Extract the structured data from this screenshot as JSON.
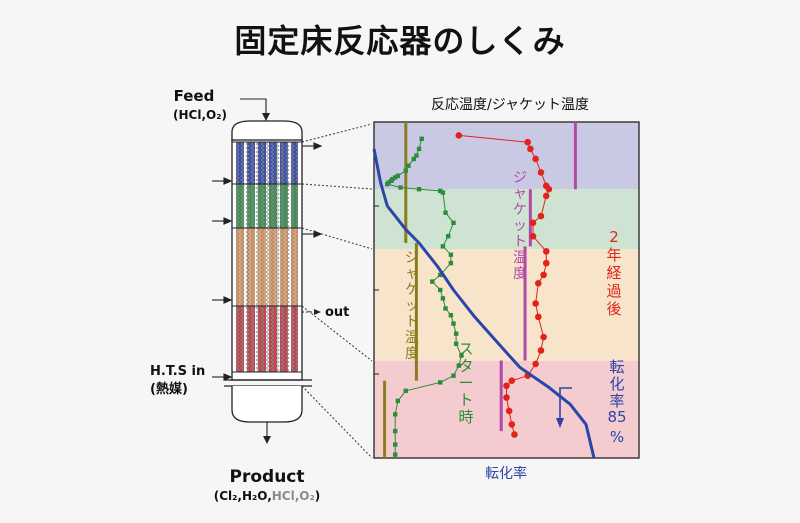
{
  "title": "固定床反応器のしくみ",
  "reactor": {
    "feed_label": "Feed",
    "feed_composition": "(HCl,O₂)",
    "out_label": "out",
    "hts_label": "H.T.S in",
    "heat_medium_label": "(熱媒)",
    "product_label": "Product",
    "product_composition_main": "(Cl₂,H₂O,",
    "product_composition_residual": "HCl,O₂",
    "product_composition_close": ")"
  },
  "chart": {
    "top_label": "反応温度/ジャケット温度",
    "bottom_label": "転化率",
    "aged_jacket_label": "ジャケット温度",
    "aged_label": "2年経過後",
    "start_jacket_label": "ジャケット温度",
    "start_label": "スタート時",
    "conversion_label_1": "転化率",
    "conversion_label_2": "85",
    "conversion_label_3": "%"
  },
  "colors": {
    "zone1": "#c9c9e3",
    "zone2": "#cfe3d2",
    "zone3": "#f7e4cb",
    "zone4": "#f4cccf",
    "start_series": "#2e8b3a",
    "aged_series": "#e0241c",
    "conversion": "#2a46a6",
    "start_jacket": "#8b7d1e",
    "aged_jacket": "#b04aa8"
  },
  "chart_data": {
    "type": "line",
    "series": [
      {
        "name": "スタート時",
        "values": [
          [
            0.18,
            0.05
          ],
          [
            0.17,
            0.08
          ],
          [
            0.16,
            0.1
          ],
          [
            0.15,
            0.11
          ],
          [
            0.13,
            0.13
          ],
          [
            0.12,
            0.145
          ],
          [
            0.09,
            0.16
          ],
          [
            0.08,
            0.165
          ],
          [
            0.07,
            0.17
          ],
          [
            0.065,
            0.175
          ],
          [
            0.055,
            0.18
          ],
          [
            0.05,
            0.185
          ],
          [
            0.1,
            0.195
          ],
          [
            0.17,
            0.2
          ],
          [
            0.25,
            0.205
          ],
          [
            0.26,
            0.21
          ],
          [
            0.27,
            0.27
          ],
          [
            0.3,
            0.3
          ],
          [
            0.28,
            0.34
          ],
          [
            0.26,
            0.37
          ],
          [
            0.29,
            0.395
          ],
          [
            0.29,
            0.42
          ],
          [
            0.25,
            0.455
          ],
          [
            0.22,
            0.475
          ],
          [
            0.25,
            0.5
          ],
          [
            0.26,
            0.525
          ],
          [
            0.27,
            0.555
          ],
          [
            0.29,
            0.575
          ],
          [
            0.3,
            0.6
          ],
          [
            0.31,
            0.63
          ],
          [
            0.31,
            0.66
          ],
          [
            0.33,
            0.695
          ],
          [
            0.32,
            0.725
          ],
          [
            0.3,
            0.755
          ],
          [
            0.25,
            0.775
          ],
          [
            0.12,
            0.8
          ],
          [
            0.09,
            0.83
          ],
          [
            0.08,
            0.87
          ],
          [
            0.08,
            0.92
          ],
          [
            0.08,
            0.96
          ],
          [
            0.08,
            0.99
          ]
        ]
      },
      {
        "name": "2年経過後",
        "values": [
          [
            0.32,
            0.04
          ],
          [
            0.58,
            0.06
          ],
          [
            0.59,
            0.08
          ],
          [
            0.61,
            0.11
          ],
          [
            0.63,
            0.15
          ],
          [
            0.65,
            0.19
          ],
          [
            0.66,
            0.2
          ],
          [
            0.65,
            0.22
          ],
          [
            0.63,
            0.28
          ],
          [
            0.6,
            0.3
          ],
          [
            0.6,
            0.34
          ],
          [
            0.65,
            0.385
          ],
          [
            0.65,
            0.42
          ],
          [
            0.64,
            0.455
          ],
          [
            0.62,
            0.48
          ],
          [
            0.61,
            0.54
          ],
          [
            0.62,
            0.58
          ],
          [
            0.64,
            0.64
          ],
          [
            0.63,
            0.68
          ],
          [
            0.61,
            0.72
          ],
          [
            0.58,
            0.755
          ],
          [
            0.52,
            0.77
          ],
          [
            0.5,
            0.785
          ],
          [
            0.5,
            0.82
          ],
          [
            0.51,
            0.86
          ],
          [
            0.52,
            0.9
          ],
          [
            0.53,
            0.93
          ]
        ]
      },
      {
        "name": "転化率",
        "values": [
          [
            0.0,
            0.08
          ],
          [
            0.025,
            0.18
          ],
          [
            0.05,
            0.25
          ],
          [
            0.09,
            0.29
          ],
          [
            0.12,
            0.32
          ],
          [
            0.17,
            0.36
          ],
          [
            0.24,
            0.43
          ],
          [
            0.3,
            0.5
          ],
          [
            0.38,
            0.58
          ],
          [
            0.47,
            0.66
          ],
          [
            0.55,
            0.73
          ],
          [
            0.66,
            0.79
          ],
          [
            0.74,
            0.84
          ],
          [
            0.8,
            0.9
          ],
          [
            0.83,
            1.0
          ]
        ]
      }
    ],
    "jacket_start": 0.16,
    "jacket_aged": 0.59
  }
}
